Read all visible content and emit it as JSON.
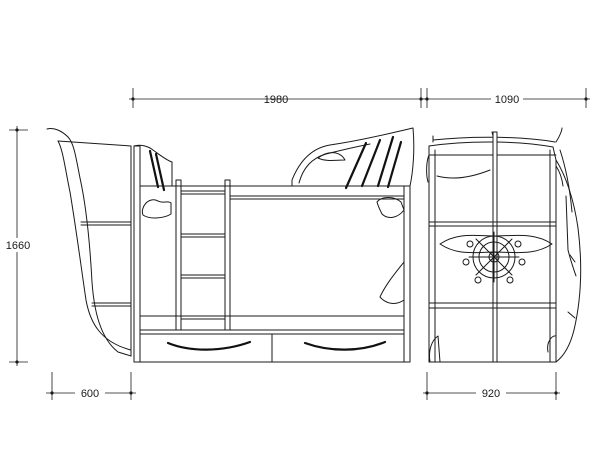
{
  "dimensions": {
    "total_length": "1980",
    "depth_top": "1090",
    "height": "1660",
    "bow_length": "600",
    "depth_bottom": "920"
  }
}
